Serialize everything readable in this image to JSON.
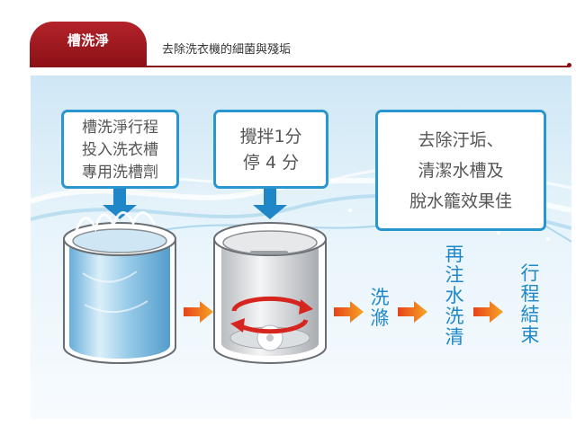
{
  "header": {
    "tab_label": "槽洗淨",
    "subtitle": "去除洗衣機的細菌與殘垢",
    "accent_color": "#8c1117"
  },
  "steps": {
    "step1": {
      "lines": [
        "槽洗淨行程",
        "投入洗衣槽",
        "專用洗槽劑"
      ]
    },
    "step2": {
      "lines": [
        "攪拌1分",
        "停 4 分"
      ]
    },
    "step3": {
      "lines": [
        "去除汙垢、",
        "清潔水槽及",
        "脫水籠效果佳"
      ]
    }
  },
  "flow": {
    "wash": [
      "洗",
      "滌"
    ],
    "refill": [
      "再",
      "注",
      "水",
      "洗",
      "清"
    ],
    "end": [
      "行",
      "程",
      "結",
      "束"
    ]
  },
  "icons": {
    "arrows": "orange-arrow-icon",
    "stir": "red-rotation-icon",
    "drums": "washer-drum-icon"
  },
  "colors": {
    "box_border": "#2a96cf",
    "flow_text": "#2088c8",
    "arrow": "#f08a1c"
  }
}
